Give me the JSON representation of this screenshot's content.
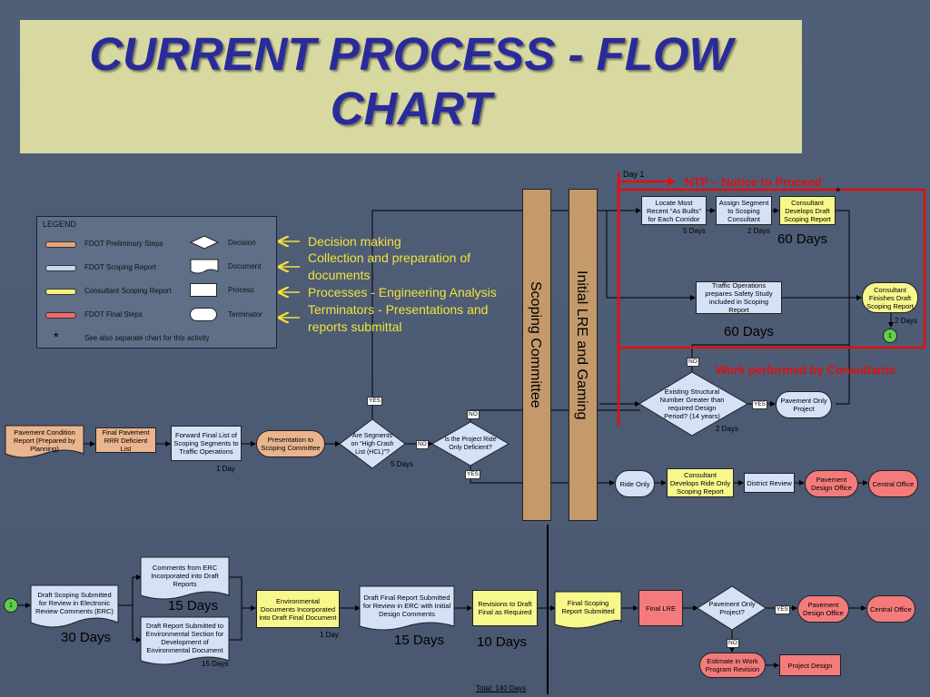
{
  "title": "CURRENT PROCESS - FLOW CHART",
  "legend": {
    "heading": "LEGEND",
    "items": [
      {
        "label": "FDOT Preliminary Steps",
        "color": "#e9a47a"
      },
      {
        "label": "FDOT Scoping Report",
        "color": "#c8d8f0"
      },
      {
        "label": "Consultant Scoping Report",
        "color": "#f5f07a"
      },
      {
        "label": "FDOT Final Steps",
        "color": "#f26a6a"
      }
    ],
    "shapes": [
      "Decision",
      "Document",
      "Process",
      "Terminator"
    ],
    "note": "See also separate chart for this activity"
  },
  "callouts": [
    "Decision making",
    "Collection and preparation of documents",
    "Processes - Engineering Analysis",
    "Terminators  - Presentations and reports submittal"
  ],
  "bars": {
    "scoping": "Scoping Committee",
    "lre": "Initial LRE and Gaming"
  },
  "ntp": {
    "day": "Day 1",
    "label": "NTP – Notice to Proceed"
  },
  "consultant_note": "Work performed by Consultants",
  "nodes": {
    "pcr": "Pavement Condition Report (Prepared by Planning)",
    "fprr": "Final Pavement RRR Deficient List",
    "fwd": "Forward Final List of Scoping Segments to Traffic Operations",
    "pres": "Presentation to Scoping Committee",
    "hcl": "Are Segments on “High Crash List (HCL)”?",
    "ride": "Is the Project Ride Only Deficient?",
    "locate": "Locate Most Recent “As Builts” for Each Corridor",
    "assign": "Assign Segment to Scoping Consultant",
    "cdev": "Consultant Develops Draft Scoping Report",
    "traffic": "Traffic Operations prepares Safety Study included in Scoping Report",
    "cfin": "Consultant Finishes Draft Scoping Report",
    "exist": "Existing Structural Number Greater than required Design Period? (14 years)",
    "pavonly": "Pavement Only Project",
    "rideonly": "Ride Only",
    "cride": "Consultant Develops Ride Only Scoping Report",
    "district": "District Review",
    "pdo1": "Pavement Design Office",
    "co1": "Central Office",
    "draft": "Draft Scoping Submitted for Review in Electronic Review Comments (ERC)",
    "erc": "Comments from ERC Incorporated into Draft Reports",
    "env": "Draft Report Submitted to Environmental Section for Development of Environmental Document",
    "envdoc": "Environmental Documents Incorporated into Draft Final Document",
    "dfr": "Draft Final Report Submitted for Review in ERC with Initial Design Comments",
    "rev": "Revisions to Draft Final as Required",
    "fsr": "Final Scoping Report Submitted",
    "flre": "Final LRE",
    "pav2": "Pavement Only Project?",
    "pdo2": "Pavement Design Office",
    "co2": "Central Office",
    "est": "Estimate in Work Program Revision",
    "pd": "Project Design"
  },
  "connector": "1",
  "days": {
    "d1a": "1 Day",
    "d5a": "5 Days",
    "d5b": "5 Days",
    "d2a": "2 Days",
    "d60a": "60 Days",
    "d60b": "60 Days",
    "d2b": "2 Days",
    "d2c": "2 Days",
    "d15a": "15 Days",
    "d30": "30 Days",
    "d15b": "15 Days",
    "d1b": "1 Day",
    "d15c": "15 Days",
    "d10": "10 Days",
    "total": "Total: 140 Days"
  },
  "yesno": {
    "yes": "YES",
    "no": "NO"
  }
}
